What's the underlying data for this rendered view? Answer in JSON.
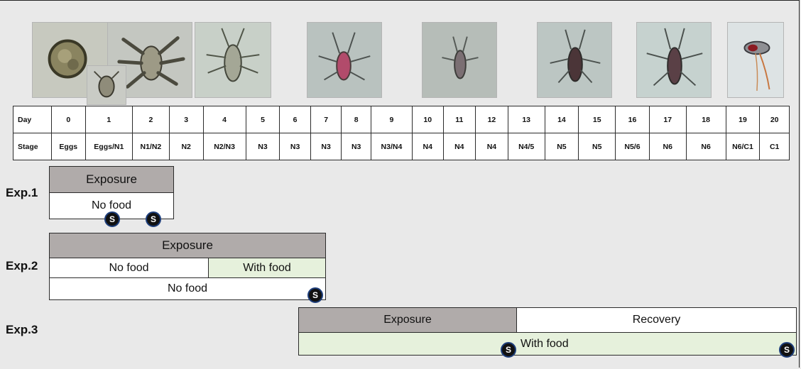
{
  "timeline": {
    "row_day_label": "Day",
    "row_stage_label": "Stage",
    "days": [
      "0",
      "1",
      "2",
      "3",
      "4",
      "5",
      "6",
      "7",
      "8",
      "9",
      "10",
      "11",
      "12",
      "13",
      "14",
      "15",
      "16",
      "17",
      "18",
      "19",
      "20"
    ],
    "stages": [
      "Eggs",
      "Eggs/N1",
      "N1/N2",
      "N2",
      "N2/N3",
      "N3",
      "N3",
      "N3",
      "N3",
      "N3/N4",
      "N4",
      "N4",
      "N4",
      "N4/5",
      "N5",
      "N5",
      "N5/6",
      "N6",
      "N6",
      "N6/C1",
      "C1"
    ]
  },
  "experiments": {
    "exp1": {
      "label": "Exp.1",
      "exposure": "Exposure",
      "feeding": "No food",
      "samples": [
        "S",
        "S"
      ]
    },
    "exp2": {
      "label": "Exp.2",
      "exposure": "Exposure",
      "feeding_left": "No food",
      "feeding_right": "With food",
      "control": "No food",
      "samples": [
        "S"
      ]
    },
    "exp3": {
      "label": "Exp.3",
      "exposure": "Exposure",
      "recovery": "Recovery",
      "feeding": "With food",
      "samples": [
        "S",
        "S"
      ]
    }
  },
  "colors": {
    "exposure": "#b0abaa",
    "with_food": "#e6f1dc",
    "sample_marker": "#111111",
    "background": "#e9e9e9"
  }
}
